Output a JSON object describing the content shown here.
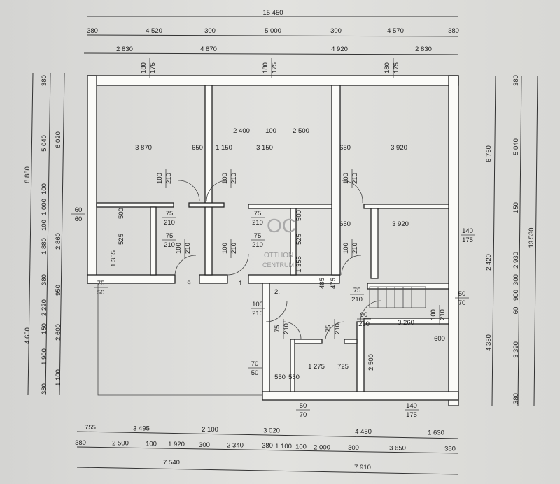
{
  "dims_top": {
    "total": "15 450",
    "row2": [
      "380",
      "4 520",
      "300",
      "5 000",
      "300",
      "4 570",
      "380"
    ],
    "row3": [
      "2 830",
      "4 870",
      "4 920",
      "2 830"
    ]
  },
  "dims_left": {
    "outer": [
      "8 880",
      "4 650"
    ],
    "middle": [
      "380",
      "5 040",
      "100",
      "1 000",
      "100",
      "1 880",
      "380",
      "2 220",
      "150",
      "1 900",
      "380"
    ],
    "inner": [
      "6 020",
      "2 860",
      "950",
      "2 600",
      "1 100"
    ]
  },
  "dims_right": {
    "inner": [
      "6 760",
      "2 420",
      "4 350"
    ],
    "middle": [
      "380",
      "5 040",
      "150",
      "2 930",
      "300",
      "900",
      "60",
      "3 390",
      "380"
    ],
    "outer": [
      "13 530"
    ]
  },
  "dims_bottom": {
    "row1": [
      "755",
      "3 495",
      "2 100",
      "3 020",
      "4 450",
      "1 630"
    ],
    "row2": [
      "380",
      "2 500",
      "100",
      "1 920",
      "300",
      "2 340",
      "380",
      "1 100",
      "100",
      "2 000",
      "300",
      "3 650",
      "380"
    ],
    "row3": [
      "7 540",
      "7 910"
    ]
  },
  "openings": [
    "180",
    "175",
    "180",
    "175",
    "180",
    "175",
    "60",
    "60",
    "75",
    "50",
    "140",
    "175",
    "50",
    "70",
    "70",
    "50",
    "50",
    "70",
    "140",
    "175",
    "100",
    "210",
    "100",
    "210",
    "100",
    "210",
    "75",
    "210",
    "75",
    "210",
    "100",
    "210",
    "100",
    "210",
    "75",
    "210",
    "75",
    "210",
    "100",
    "210",
    "75",
    "210",
    "100",
    "210",
    "75",
    "210",
    "75",
    "210",
    "90",
    "210",
    "100",
    "210"
  ],
  "room_dims": [
    "3 870",
    "650",
    "1 150",
    "3 150",
    "650",
    "3 920",
    "2 400",
    "100",
    "2 500",
    "650",
    "3 920",
    "3 260",
    "600",
    "2 500",
    "1 275",
    "725",
    "550",
    "550",
    "500",
    "500",
    "525",
    "525",
    "1 355",
    "1 355",
    "485",
    "475"
  ],
  "hand_marks": [
    "9",
    "1.",
    "2."
  ],
  "watermark": {
    "logo": "OC",
    "line1": "OTTHON",
    "line2": "CENTRUM"
  }
}
